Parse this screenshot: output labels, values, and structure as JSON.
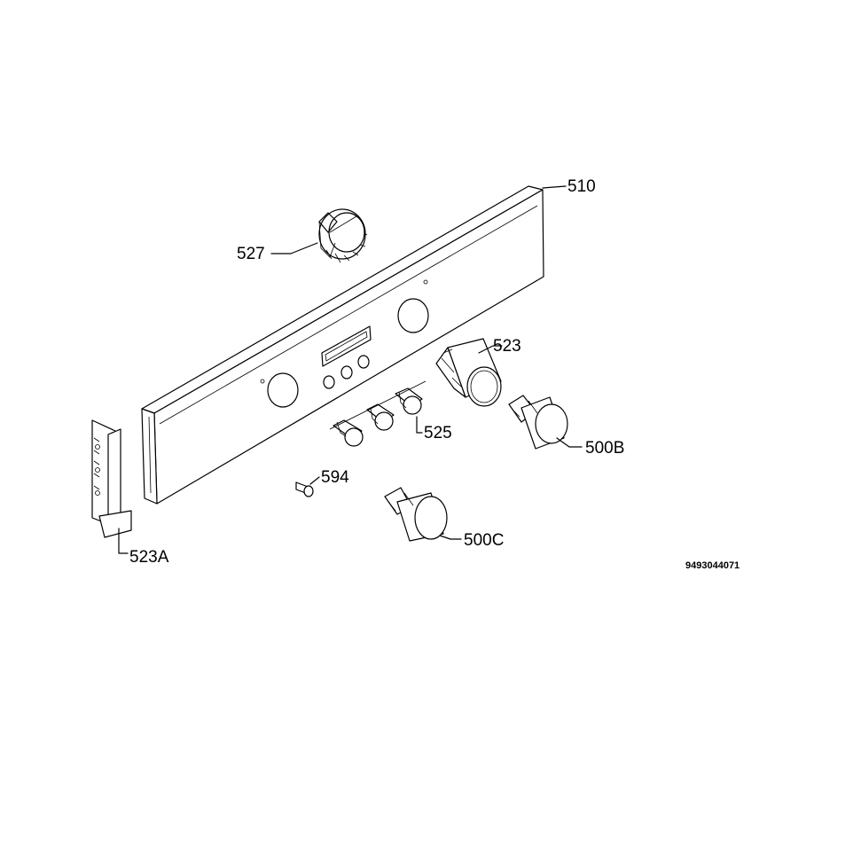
{
  "labels": {
    "p510": "510",
    "p527": "527",
    "p523": "523",
    "p525": "525",
    "p500B": "500B",
    "p594": "594",
    "p500C": "500C",
    "p523A": "523A"
  },
  "drawing_code": "9493044071"
}
